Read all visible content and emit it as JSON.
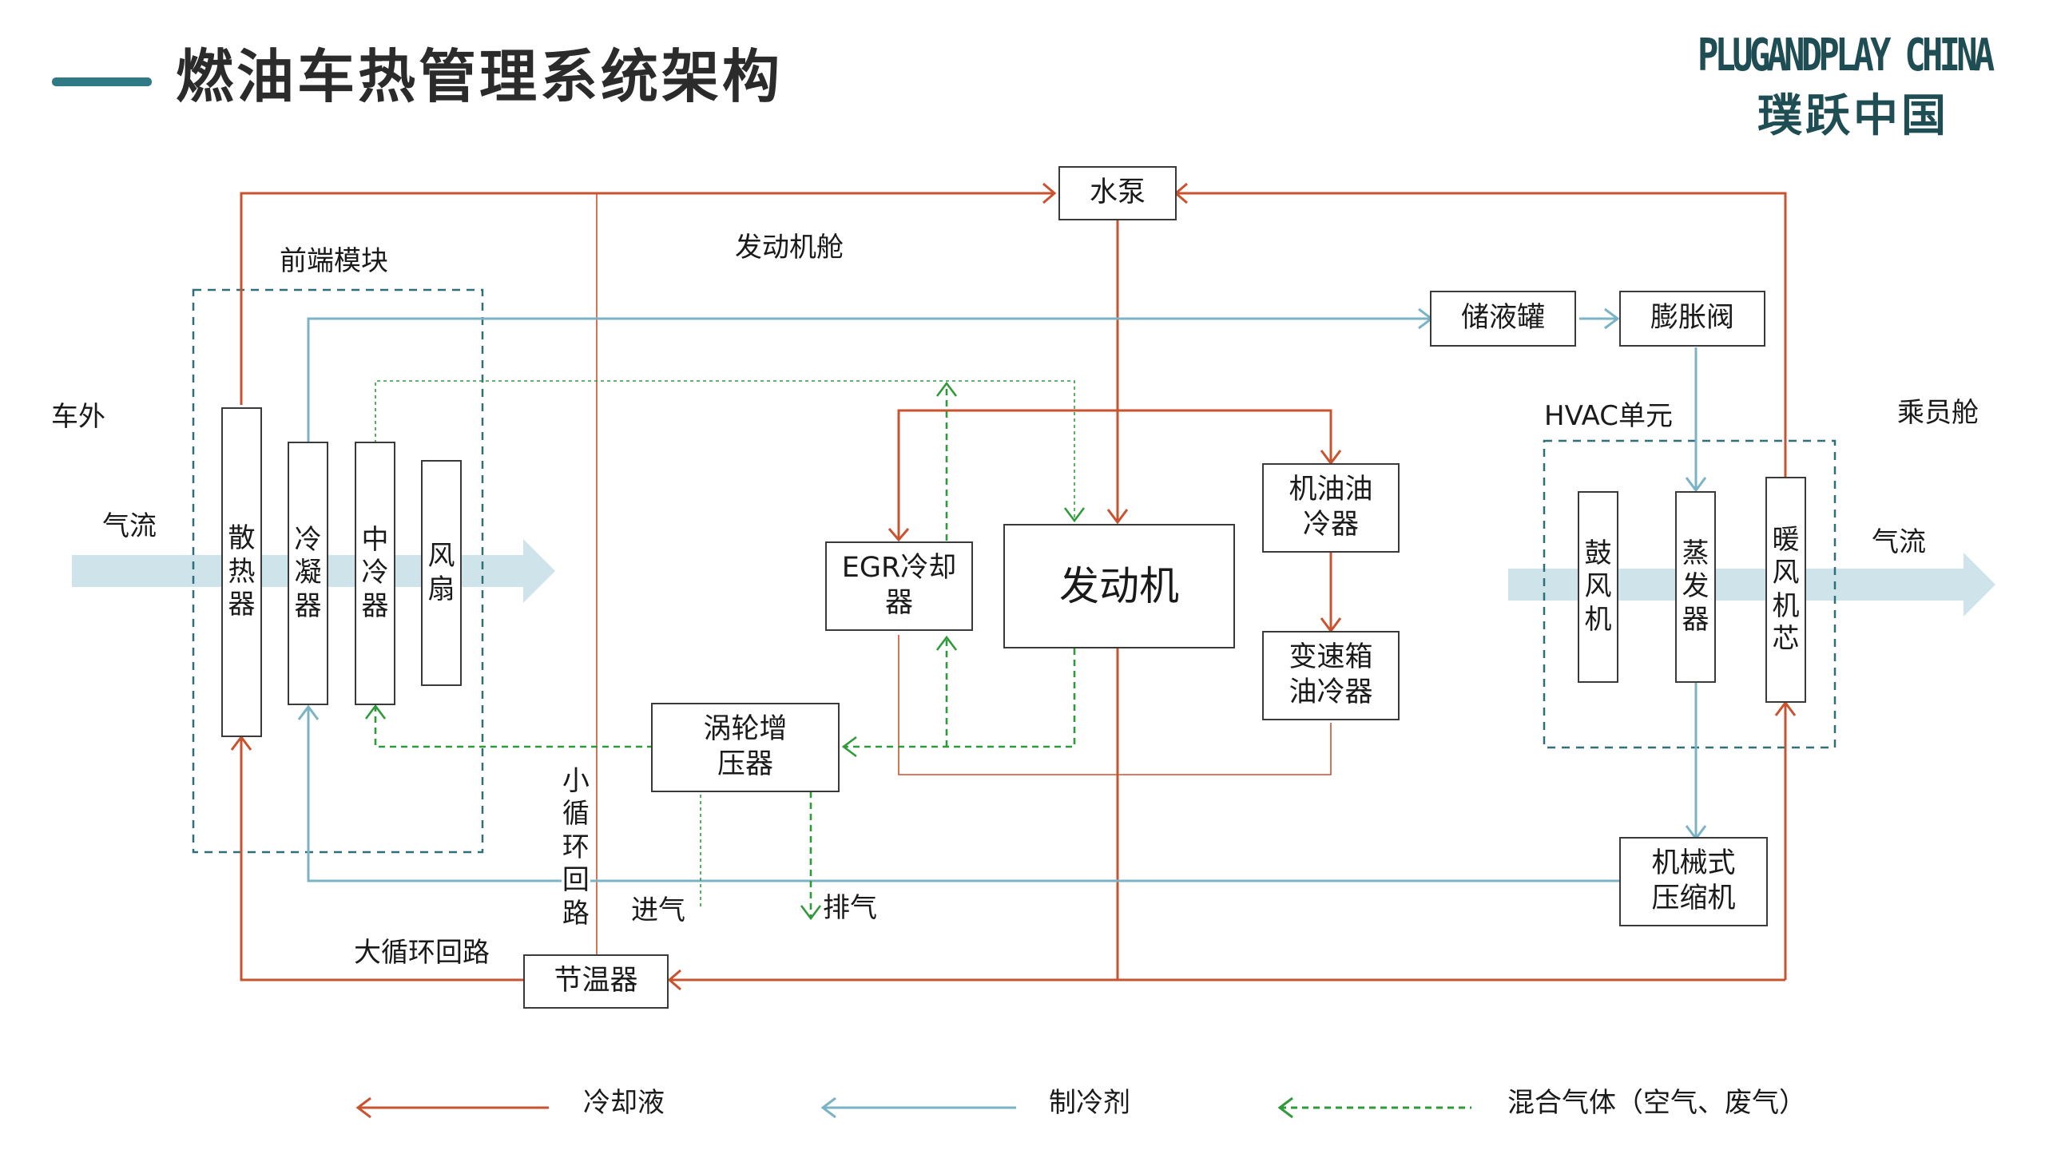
{
  "slide": {
    "title": "燃油车热管理系统架构",
    "accent_color": "#2f7a85"
  },
  "logo": {
    "line1": "PLUGANDPLAY CHINA",
    "line2": "璞跃中国"
  },
  "zones": {
    "front_module": "前端模块",
    "engine_bay": "发动机舱",
    "outside": "车外",
    "cabin": "乘员舱",
    "hvac": "HVAC单元"
  },
  "airflow": {
    "left": "气流",
    "right": "气流",
    "color": "#cfe3ea"
  },
  "components": {
    "water_pump": "水泵",
    "receiver": "储液罐",
    "expansion_valve": "膨胀阀",
    "radiator": "散热器",
    "condenser": "冷凝器",
    "intercooler": "中冷器",
    "fan": "风扇",
    "egr_cooler": "EGR冷却器",
    "engine": "发动机",
    "oil_cooler": "机油油冷器",
    "trans_oil_cooler": "变速箱油冷器",
    "turbo": "涡轮增压器",
    "blower": "鼓风机",
    "evaporator": "蒸发器",
    "heater_core": "暖风机芯",
    "compressor": "机械式压缩机",
    "thermostat": "节温器"
  },
  "loops": {
    "small": "小循环回路",
    "large": "大循环回路"
  },
  "gas": {
    "intake": "进气",
    "exhaust": "排气"
  },
  "legend": {
    "coolant": "冷却液",
    "refrigerant": "制冷剂",
    "mixed_gas": "混合气体（空气、废气）"
  },
  "colors": {
    "coolant": "#c9522f",
    "refrigerant": "#7bb3c6",
    "mixed_gas": "#2f9a3a",
    "box_border": "#3a3a3a"
  }
}
